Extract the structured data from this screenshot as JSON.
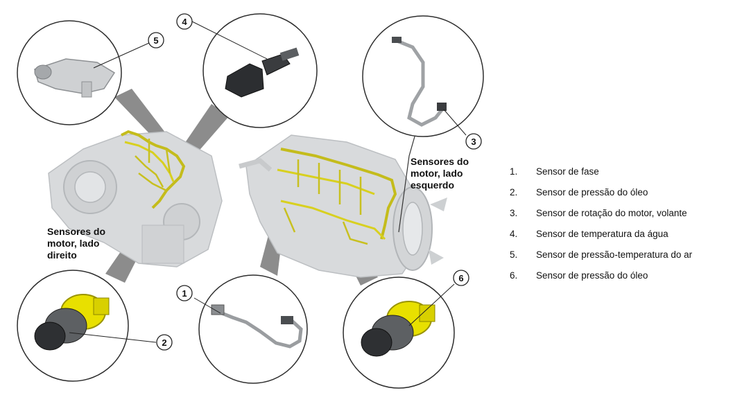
{
  "labels": {
    "right_side": "Sensores do\nmotor, lado\ndireito",
    "left_side": "Sensores do\nmotor, lado\nesquerdo"
  },
  "callouts": [
    "1",
    "2",
    "3",
    "4",
    "5",
    "6"
  ],
  "legend": [
    {
      "num": "1.",
      "text": "Sensor de fase"
    },
    {
      "num": "2.",
      "text": "Sensor de pressão do óleo"
    },
    {
      "num": "3.",
      "text": "Sensor de rotação do motor, volante"
    },
    {
      "num": "4.",
      "text": "Sensor de temperatura da água"
    },
    {
      "num": "5.",
      "text": "Sensor de pressão-temperatura do ar"
    },
    {
      "num": "6.",
      "text": "Sensor de pressão do óleo"
    }
  ],
  "colors": {
    "harness": "#d8d020",
    "engine": "#d6d8da",
    "sensor_yellow": "#e8e000",
    "sensor_dark": "#2e3033"
  }
}
